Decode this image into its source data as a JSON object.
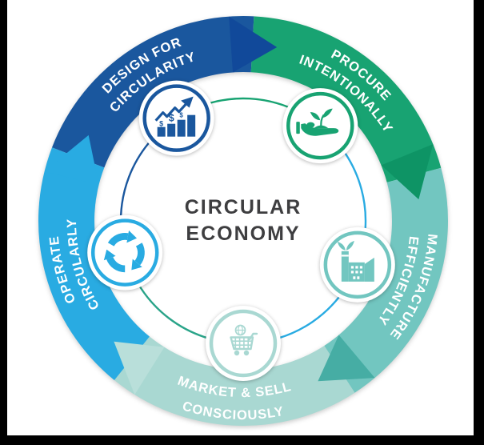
{
  "frame": {
    "color": "#000000"
  },
  "center": {
    "line1": "CIRCULAR",
    "line2": "ECONOMY",
    "color": "#3E3E40"
  },
  "stages": [
    {
      "id": "design",
      "line1": "DESIGN FOR",
      "line2": "CIRCULARITY",
      "color": "#1A579E",
      "arrow_color": "#11499A",
      "icon": "bar-chart-growth-icon",
      "currency_symbol": "$"
    },
    {
      "id": "procure",
      "line1": "PROCURE",
      "line2": "INTENTIONALLY",
      "color": "#18A372",
      "arrow_color": "#0E9465",
      "icon": "hand-plant-icon"
    },
    {
      "id": "manufacture",
      "line1": "MANUFACTURE",
      "line2": "EFFICIENTLY",
      "color": "#72C6C0",
      "arrow_color": "#46ADA4",
      "icon": "eco-factory-icon"
    },
    {
      "id": "market",
      "line1": "MARKET & SELL",
      "line2": "CONSCIOUSLY",
      "color": "#A9D8D2",
      "arrow_color": "#B9DFDA",
      "icon": "cart-globe-icon"
    },
    {
      "id": "operate",
      "line1": "OPERATE",
      "line2": "CIRCULARLY",
      "color": "#29ABE2",
      "arrow_color": "#29ABE2",
      "icon": "recycle-icon"
    }
  ],
  "connectors": [
    {
      "from": "design",
      "to": "procure",
      "color": "#18A372"
    },
    {
      "from": "procure",
      "to": "manufacture",
      "color": "#29ABE2"
    },
    {
      "from": "manufacture",
      "to": "market",
      "color": "#29ABE2"
    },
    {
      "from": "market",
      "to": "operate",
      "color": "#2AA489"
    },
    {
      "from": "operate",
      "to": "design",
      "color": "#1A579E"
    }
  ]
}
